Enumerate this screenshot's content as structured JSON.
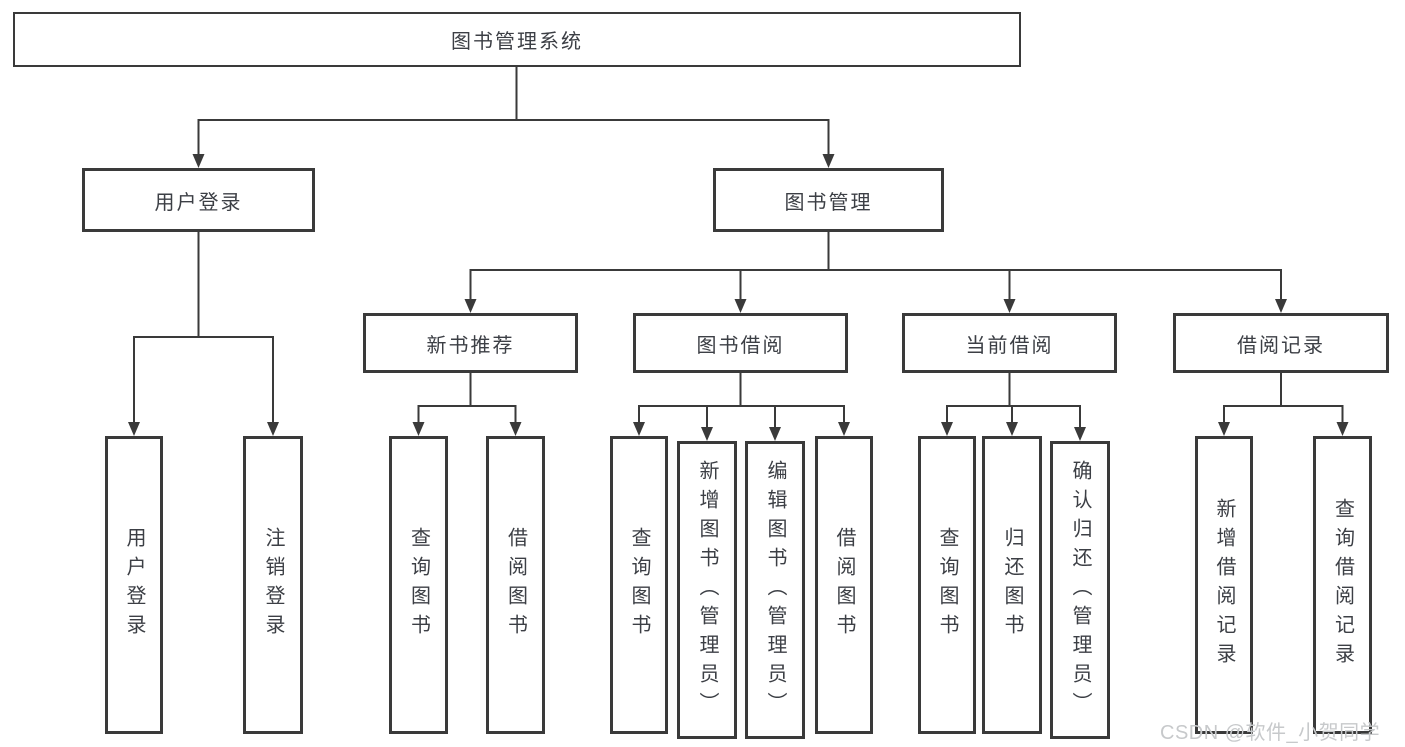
{
  "diagram": {
    "root": {
      "label": "图书管理系统"
    },
    "level2": {
      "user_login": {
        "label": "用户登录"
      },
      "book_mgmt": {
        "label": "图书管理"
      }
    },
    "level3": {
      "new_book_rec": {
        "label": "新书推荐"
      },
      "book_borrow": {
        "label": "图书借阅"
      },
      "current_borrow": {
        "label": "当前借阅"
      },
      "borrow_record": {
        "label": "借阅记录"
      }
    },
    "leaves": {
      "user_login_leaf": {
        "label": "用户登录"
      },
      "logout": {
        "label": "注销登录"
      },
      "rec_query": {
        "label": "查询图书"
      },
      "rec_borrow": {
        "label": "借阅图书"
      },
      "bb_query": {
        "label": "查询图书"
      },
      "bb_add": {
        "label": "新增图书（管理员）"
      },
      "bb_edit": {
        "label": "编辑图书（管理员）"
      },
      "bb_borrow": {
        "label": "借阅图书"
      },
      "cb_query": {
        "label": "查询图书"
      },
      "cb_return": {
        "label": "归还图书"
      },
      "cb_confirm": {
        "label": "确认归还（管理员）"
      },
      "br_add": {
        "label": "新增借阅记录"
      },
      "br_query": {
        "label": "查询借阅记录"
      }
    }
  },
  "watermark": {
    "text": "CSDN @软件_小贺同学"
  },
  "colors": {
    "line": "#3a3a3a",
    "text": "#3c3f45",
    "watermark": "#c7c9cb",
    "background": "#ffffff"
  }
}
